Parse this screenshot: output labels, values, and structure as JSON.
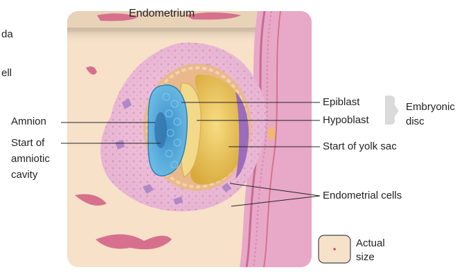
{
  "title": "Endometrium",
  "cropped_left_text": [
    "da",
    "ell"
  ],
  "labels": {
    "amnion": "Amnion",
    "start_amniotic": [
      "Start of",
      "amniotic",
      "cavity"
    ],
    "epiblast": "Epiblast",
    "hypoblast": "Hypoblast",
    "embryonic_disc": [
      "Embryonic",
      "disc"
    ],
    "start_yolk_sac": "Start of yolk sac",
    "endometrial_cells": "Endometrial cells",
    "actual_size": [
      "Actual",
      "size"
    ]
  },
  "colors": {
    "background_tissue": "#f7e1c9",
    "tissue_pink": "#edc7de",
    "amnion_blue": "#4fa6d8",
    "epiblast_yellow": "#e7c25a",
    "hypoblast_purple": "#9b6cbe",
    "vessel_red": "#d7708d",
    "leader_line": "#222222"
  }
}
